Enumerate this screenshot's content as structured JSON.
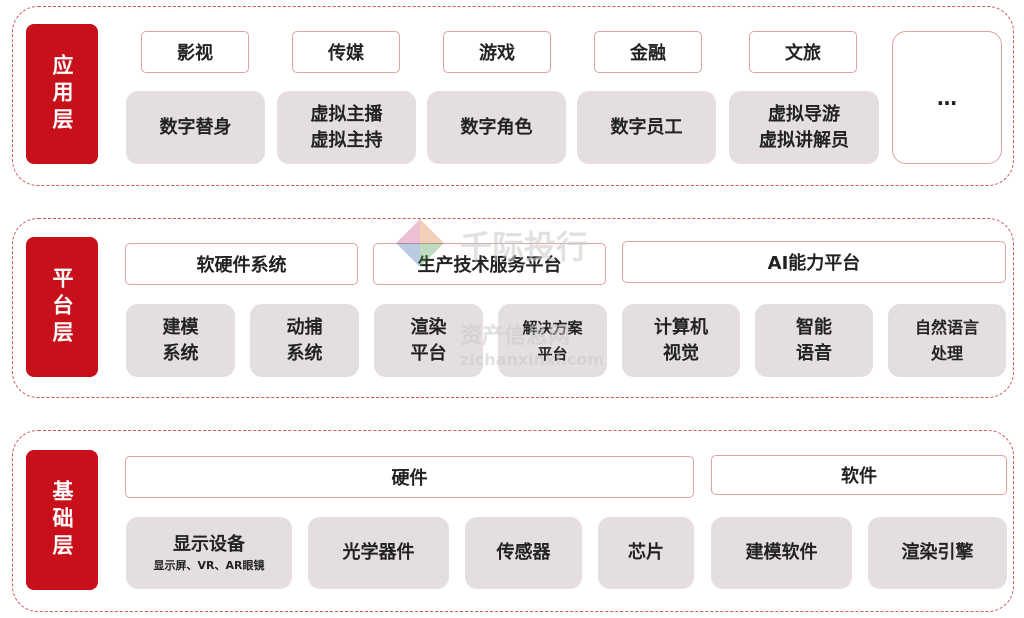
{
  "layers": {
    "application": {
      "label": "应用层",
      "scenarios": [
        "影视",
        "传媒",
        "游戏",
        "金融",
        "文旅"
      ],
      "cards": [
        {
          "line1": "数字替身",
          "line2": ""
        },
        {
          "line1": "虚拟主播",
          "line2": "虚拟主持"
        },
        {
          "line1": "数字角色",
          "line2": ""
        },
        {
          "line1": "数字员工",
          "line2": ""
        },
        {
          "line1": "虚拟导游",
          "line2": "虚拟讲解员"
        }
      ],
      "more": "…"
    },
    "platform": {
      "label": "平台层",
      "groups": [
        "软硬件系统",
        "生产技术服务平台",
        "AI能力平台"
      ],
      "cards": [
        {
          "line1": "建模",
          "line2": "系统"
        },
        {
          "line1": "动捕",
          "line2": "系统"
        },
        {
          "line1": "渲染",
          "line2": "平台"
        },
        {
          "line1": "解决方案",
          "line2": "平台"
        },
        {
          "line1": "计算机",
          "line2": "视觉"
        },
        {
          "line1": "智能",
          "line2": "语音"
        },
        {
          "line1": "自然语言",
          "line2": "处理"
        }
      ]
    },
    "foundation": {
      "label": "基础层",
      "groups": [
        "硬件",
        "软件"
      ],
      "cards": [
        {
          "line1": "显示设备",
          "line2": "显示屏、VR、AR眼镜"
        },
        {
          "line1": "光学器件",
          "line2": ""
        },
        {
          "line1": "传感器",
          "line2": ""
        },
        {
          "line1": "芯片",
          "line2": ""
        },
        {
          "line1": "建模软件",
          "line2": ""
        },
        {
          "line1": "渲染引擎",
          "line2": ""
        }
      ]
    }
  },
  "watermark": {
    "brand": "千际投行",
    "site_cn": "资产信息网",
    "site_url": "zichanxinxi.com"
  }
}
